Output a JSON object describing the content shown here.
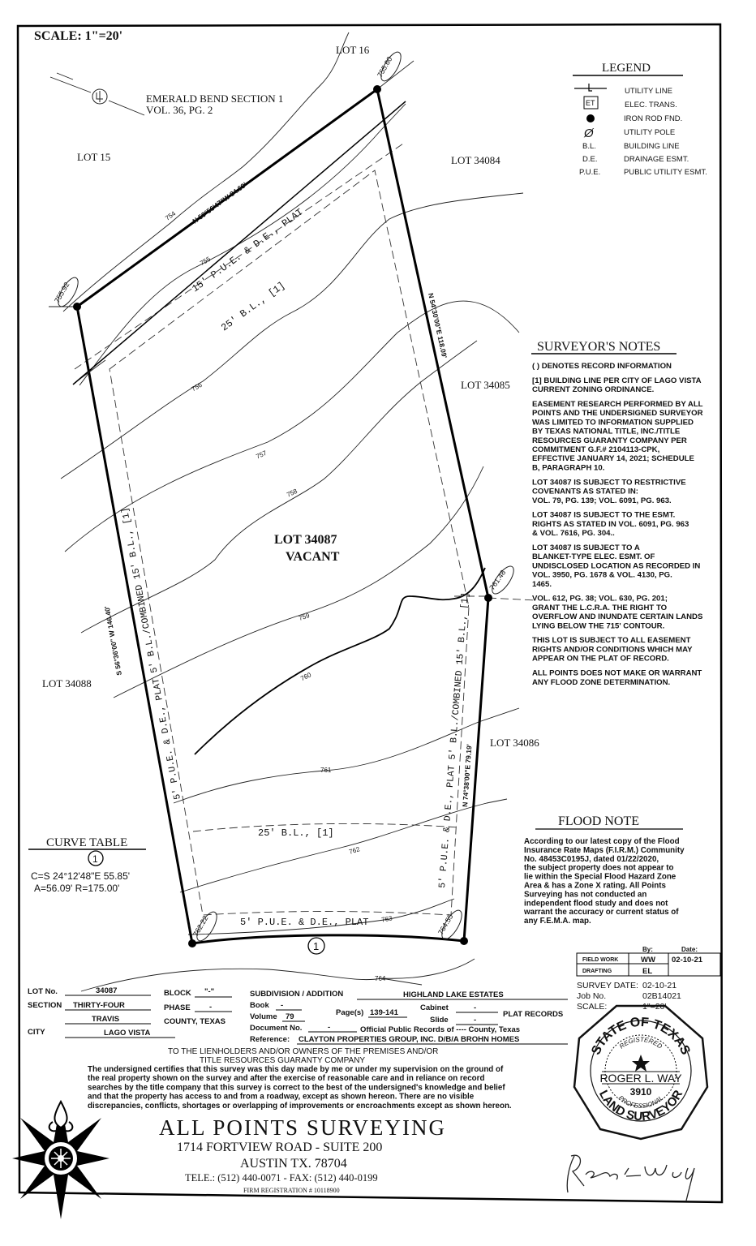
{
  "scale": "SCALE: 1\"=20'",
  "lots": {
    "lot16": "LOT 16",
    "lot15": "LOT 15",
    "lot34084": "LOT 34084",
    "lot34085": "LOT 34085",
    "lot34088": "LOT 34088",
    "lot34086": "LOT 34086"
  },
  "subject": {
    "lot": "LOT 34087",
    "status": "VACANT"
  },
  "subdivision_ref": [
    "EMERALD BEND SECTION 1",
    "VOL. 36, PG. 2"
  ],
  "boundary": {
    "north": "N 59°56'47\"W 84.69'",
    "east_upper": "N 54°30'00\"E 118.09'",
    "east_lower": "N 74°38'00\"E 79.19'",
    "west": "S 56°36'00\" W 146.40'",
    "curve_marker": "1"
  },
  "elevations": {
    "ne": "755.60",
    "nw": "755.92",
    "e": "761.48",
    "sw": "762.22",
    "se": "764.55"
  },
  "contours": {
    "c754": "754",
    "c755": "755",
    "c756": "756",
    "c757": "757",
    "c758": "758",
    "c759": "759",
    "c760": "760",
    "c761": "761",
    "c762": "762",
    "c763": "763",
    "c764": "764"
  },
  "easements": {
    "top_pue": "15' P.U.E. & D.E., PLAT",
    "top_bl": "25' B.L., [1]",
    "left": "5' P.U.E. & D.E., PLAT  5' B.L./COMBINED 15' B.L., [1]",
    "right": "5' P.U.E. & D.E., PLAT  5' B.L./COMBINED 15' B.L., [1]",
    "bottom_bl": "25' B.L., [1]",
    "bottom_pue": "5' P.U.E. & D.E., PLAT"
  },
  "legend": {
    "title": "LEGEND",
    "items": [
      {
        "symbol": "utility-line",
        "symbol_text": "",
        "label": "UTILITY LINE"
      },
      {
        "symbol": "elec-trans-box",
        "symbol_text": "ET",
        "label": "ELEC. TRANS."
      },
      {
        "symbol": "iron-rod-dot",
        "symbol_text": "",
        "label": "IRON ROD FND."
      },
      {
        "symbol": "utility-pole",
        "symbol_text": "Ø",
        "label": "UTILITY POLE"
      },
      {
        "symbol": "abbrev",
        "symbol_text": "B.L.",
        "label": "BUILDING LINE"
      },
      {
        "symbol": "abbrev",
        "symbol_text": "D.E.",
        "label": "DRAINAGE ESMT."
      },
      {
        "symbol": "abbrev",
        "symbol_text": "P.U.E.",
        "label": "PUBLIC UTILITY ESMT."
      }
    ]
  },
  "surveyor_notes": {
    "title": "SURVEYOR'S NOTES",
    "lines": [
      "( ) DENOTES RECORD INFORMATION",
      "",
      "[1] BUILDING LINE PER CITY OF LAGO VISTA",
      "      CURRENT ZONING ORDINANCE.",
      "",
      "EASEMENT RESEARCH PERFORMED BY ALL",
      "POINTS AND THE UNDERSIGNED SURVEYOR",
      "WAS LIMITED TO INFORMATION SUPPLIED",
      "BY TEXAS NATIONAL TITLE, INC./TITLE",
      "RESOURCES GUARANTY COMPANY PER",
      "COMMITMENT G.F.# 2104113-CPK,",
      "EFFECTIVE JANUARY 14, 2021; SCHEDULE",
      "B, PARAGRAPH 10.",
      "",
      "LOT 34087 IS SUBJECT TO RESTRICTIVE",
      "COVENANTS AS STATED IN:",
      "VOL. 79, PG. 139; VOL. 6091, PG. 963.",
      "",
      "LOT 34087 IS SUBJECT TO THE ESMT.",
      "RIGHTS AS STATED IN VOL. 6091, PG. 963",
      "& VOL. 7616, PG. 304..",
      "",
      "LOT 34087 IS SUBJECT TO A",
      "BLANKET-TYPE ELEC. ESMT. OF",
      "UNDISCLOSED LOCATION AS RECORDED IN",
      "VOL. 3950, PG. 1678 & VOL. 4130, PG.",
      "1465.",
      "",
      "VOL. 612, PG. 38; VOL. 630, PG. 201;",
      "GRANT THE L.C.R.A. THE RIGHT TO",
      "OVERFLOW AND INUNDATE CERTAIN LANDS",
      "LYING BELOW THE 715' CONTOUR.",
      "",
      "THIS LOT IS SUBJECT TO ALL EASEMENT",
      "RIGHTS AND/OR CONDITIONS WHICH MAY",
      "APPEAR ON THE PLAT OF RECORD.",
      "",
      "ALL POINTS DOES NOT MAKE OR WARRANT",
      "ANY FLOOD ZONE DETERMINATION."
    ]
  },
  "curve_table": {
    "title": "CURVE TABLE",
    "number": "1",
    "chord": "C=S 24°12'48\"E 55.85'",
    "arc_radius": "A=56.09' R=175.00'"
  },
  "flood_note": {
    "title": "FLOOD NOTE",
    "lines": [
      "According to our latest copy of the Flood",
      "Insurance Rate Maps (F.I.R.M.) Community",
      "No. 48453C0195J, dated 01/22/2020,",
      "the subject property does not appear to",
      "lie within the Special Flood Hazard Zone",
      "Area & has a Zone X rating.  All Points",
      "Surveying has not conducted an",
      "independent flood study and does not",
      "warrant the accuracy or current status of",
      "any F.E.M.A. map."
    ]
  },
  "work_table": {
    "by_header": "By:",
    "date_header": "Date:",
    "field_work_label": "FIELD WORK",
    "field_work_by": "WW",
    "field_work_date": "02-10-21",
    "drafting_label": "DRAFTING",
    "drafting_by": "EL"
  },
  "job_info": {
    "survey_date_label": "SURVEY DATE:",
    "survey_date": "02-10-21",
    "job_no_label": "Job No.",
    "job_no": "02B14021",
    "scale_label": "SCALE:",
    "scale": "1\"=20'"
  },
  "property_info": {
    "lot_label": "LOT No.",
    "lot": "34087",
    "block_label": "BLOCK",
    "block": "\"-\"",
    "section_label": "SECTION",
    "section": "THIRTY-FOUR",
    "phase_label": "PHASE",
    "phase": "-",
    "county": "TRAVIS",
    "county_label": "COUNTY, TEXAS",
    "city_label": "CITY",
    "city": "LAGO VISTA",
    "subdivision_label": "SUBDIVISION / ADDITION",
    "subdivision": "HIGHLAND LAKE ESTATES",
    "book_label": "Book",
    "book": "-",
    "volume_label": "Volume",
    "volume": "79",
    "pages_label": "Page(s)",
    "pages": "139-141",
    "cabinet_label": "Cabinet",
    "cabinet": "-",
    "slide_label": "Slide",
    "slide": "-",
    "plat_records": "PLAT RECORDS",
    "document_label": "Document No.",
    "document": "-",
    "opr_label": "Official Public Records of ---- County, Texas",
    "reference_label": "Reference:",
    "reference": "CLAYTON PROPERTIES GROUP, INC. D/B/A BROHN HOMES"
  },
  "certification": {
    "addressee": [
      "TO THE LIENHOLDERS AND/OR OWNERS OF THE PREMISES AND/OR",
      "TITLE RESOURCES GUARANTY COMPANY"
    ],
    "lines": [
      "The undersigned certifies that this survey was this day made by me or under my supervision on the ground of",
      "the real property shown on the survey and after the exercise of reasonable care and in reliance on record",
      "searches by the title company that this survey is correct to the best of the undersigned's knowledge and belief",
      "and that the property has access to and from a roadway, except as shown hereon. There are no visible",
      "discrepancies, conflicts, shortages or overlapping of improvements or encroachments except as shown hereon."
    ]
  },
  "company": {
    "name": "ALL POINTS SURVEYING",
    "address1": "1714 FORTVIEW ROAD - SUITE 200",
    "address2": "AUSTIN TX. 78704",
    "phone": "TELE.: (512) 440-0071 - FAX: (512) 440-0199",
    "registration": "FIRM REGISTRATION # 10118900"
  },
  "seal": {
    "top": "STATE OF TEXAS",
    "registered": "REGISTERED",
    "name": "ROGER L. WAY",
    "number": "3910",
    "professional": "PROFESSIONAL",
    "bottom": "LAND SURVEYOR"
  },
  "signature": "Roger L. Way"
}
